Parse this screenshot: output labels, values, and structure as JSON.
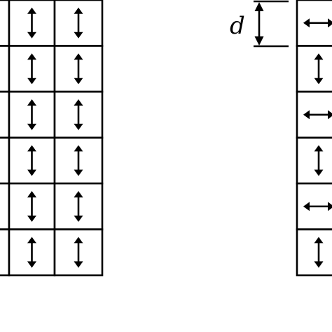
{
  "figure": {
    "dimension_label": "d",
    "line_color": "#000000",
    "background_color": "#ffffff"
  },
  "left_grid": {
    "rows": 6,
    "arrow_columns": [
      [
        "vertical",
        "vertical",
        "vertical",
        "vertical",
        "vertical",
        "vertical"
      ],
      [
        "vertical",
        "vertical",
        "vertical",
        "vertical",
        "vertical",
        "vertical"
      ]
    ]
  },
  "right_grid": {
    "rows": 6,
    "arrows": [
      "horizontal",
      "vertical",
      "horizontal",
      "vertical",
      "horizontal",
      "vertical"
    ]
  }
}
